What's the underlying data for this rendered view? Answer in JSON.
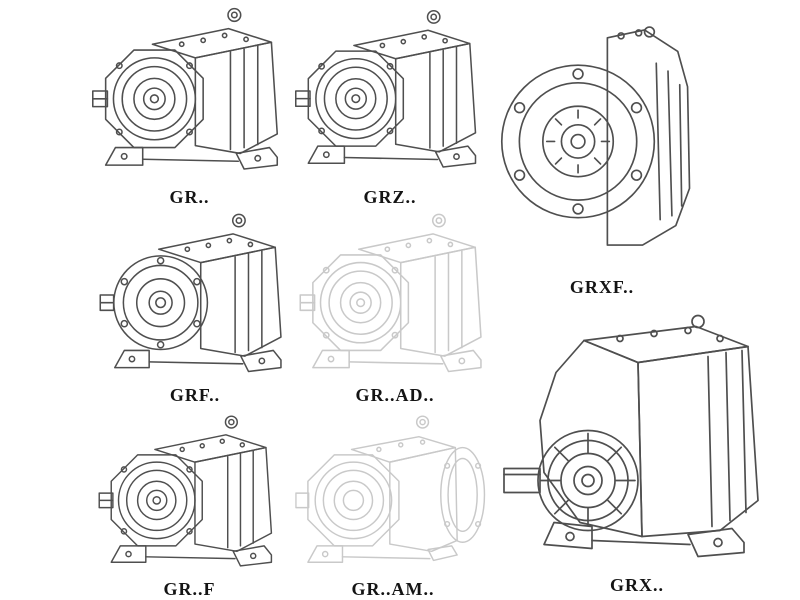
{
  "page": {
    "background": "#ffffff",
    "line_color": "#4f4f4f",
    "faded_line_color": "#c9c9c9",
    "label_color": "#141414"
  },
  "items": [
    {
      "id": "gr",
      "label": "GR..",
      "variant": "foot-mounted helical gearbox",
      "faded": false
    },
    {
      "id": "grz",
      "label": "GRZ..",
      "variant": "foot-mounted helical gearbox",
      "faded": false
    },
    {
      "id": "grxf",
      "label": "GRXF..",
      "variant": "flange-mounted gearbox front view",
      "faded": false
    },
    {
      "id": "grf",
      "label": "GRF..",
      "variant": "flange helical gearbox",
      "faded": false
    },
    {
      "id": "gr-ad",
      "label": "GR..AD..",
      "variant": "gearbox with input adapter (ghosted)",
      "faded": true
    },
    {
      "id": "gr-f",
      "label": "GR..F",
      "variant": "foot-mounted helical gearbox",
      "faded": false
    },
    {
      "id": "gr-am",
      "label": "GR..AM..",
      "variant": "gearbox with motor flange (ghosted)",
      "faded": true
    },
    {
      "id": "grx",
      "label": "GRX..",
      "variant": "large foot-mounted helical gearbox",
      "faded": false
    }
  ]
}
